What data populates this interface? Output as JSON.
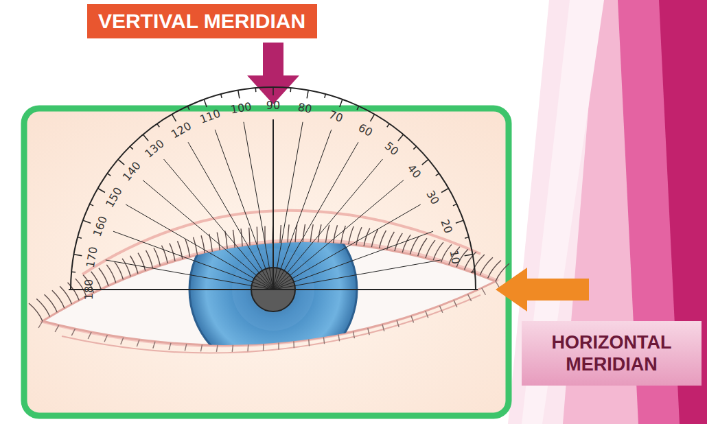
{
  "diagram": {
    "nodes": [
      {
        "text": [
          "VERTIVAL MERIDIAN"
        ]
      },
      {
        "text": [
          "HORIZONTAL MERIDIAN"
        ]
      }
    ],
    "labels": [
      "180",
      "170",
      "160",
      "150",
      "140",
      "130",
      "120",
      "110",
      "100",
      "90",
      "80",
      "70",
      "60",
      "50",
      "40",
      "30",
      "20",
      "10"
    ]
  }
}
